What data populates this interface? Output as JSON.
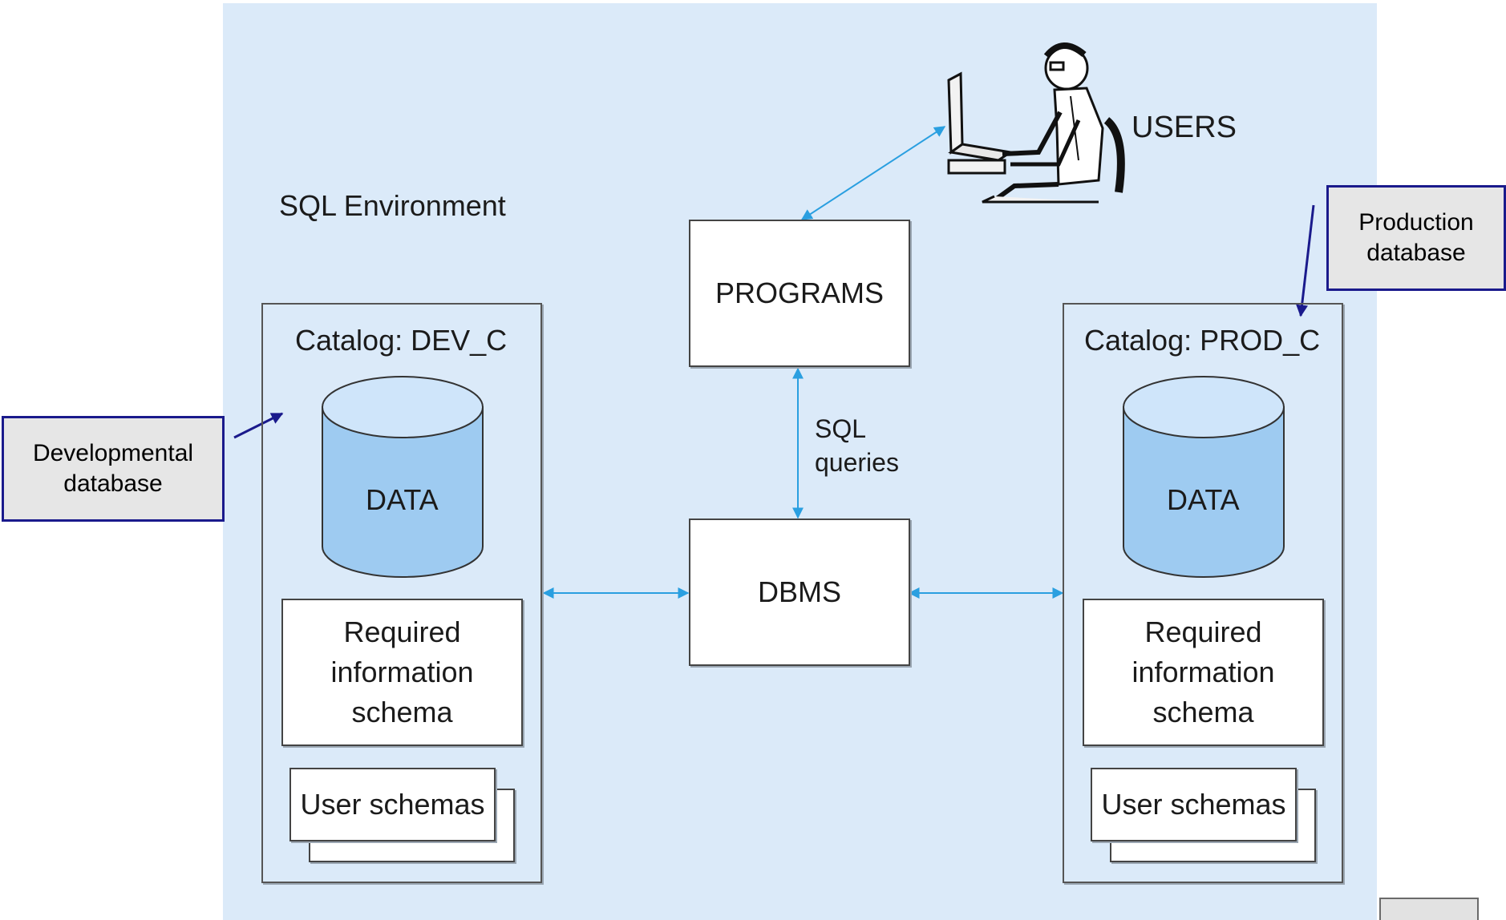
{
  "environment": {
    "label": "SQL Environment"
  },
  "users": {
    "label": "USERS",
    "icon": "user-at-computer-icon"
  },
  "programs": {
    "label": "PROGRAMS"
  },
  "dbms": {
    "label": "DBMS"
  },
  "sql_queries": {
    "line1": "SQL",
    "line2": "queries"
  },
  "catalog_dev": {
    "title": "Catalog: DEV_C",
    "data_label": "DATA",
    "info_schema": [
      "Required",
      "information",
      "schema"
    ],
    "user_schemas": "User schemas"
  },
  "catalog_prod": {
    "title": "Catalog: PROD_C",
    "data_label": "DATA",
    "info_schema": [
      "Required",
      "information",
      "schema"
    ],
    "user_schemas": "User schemas"
  },
  "callouts": {
    "developmental": [
      "Developmental",
      "database"
    ],
    "production": [
      "Production",
      "database"
    ]
  },
  "colors": {
    "background": "#dbeaf9",
    "cylinder": "#9ecbf1",
    "cylinder_top": "#cfe5fa",
    "arrow": "#2a9fe0",
    "callout_border": "#1a1a8c",
    "callout_fill": "#e6e6e6"
  }
}
